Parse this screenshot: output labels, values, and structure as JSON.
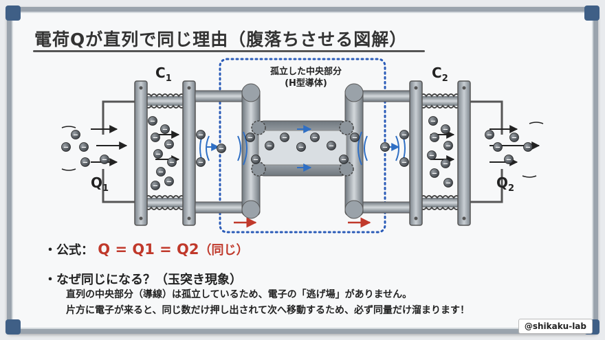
{
  "title": "電荷Qが直列で同じ理由（腹落ちさせる図解）",
  "capacitors": {
    "left": {
      "main": "C",
      "sub": "1"
    },
    "right": {
      "main": "C",
      "sub": "2"
    }
  },
  "charges": {
    "left": {
      "main": "Q",
      "sub": "1"
    },
    "right": {
      "main": "Q",
      "sub": "2"
    }
  },
  "center_label": {
    "line1": "孤立した中央部分",
    "line2": "(H型導体)"
  },
  "electron_symbol": "−",
  "bullets": {
    "formula_label": "・公式：",
    "formula": "Q = Q1 = Q2",
    "formula_note": "（同じ）",
    "question": "・なぜ同じになる？（玉突き現象）",
    "explanation1": "直列の中央部分（導線）は孤立しているため、電子の「逃げ場」がありません。",
    "explanation2": "片方に電子が来ると、同じ数だけ押し出されて次へ移動するため、必ず同量だけ溜まります！"
  },
  "signature": "@shikaku-lab",
  "colors": {
    "frame": "#9aa3ad",
    "corner": "#3f5f86",
    "dotted_box": "#2a5bb8",
    "formula": "#c0392b",
    "arrow_blue": "#2f6fc4",
    "arrow_red": "#c0392b",
    "metal": "#a8b0b8"
  }
}
